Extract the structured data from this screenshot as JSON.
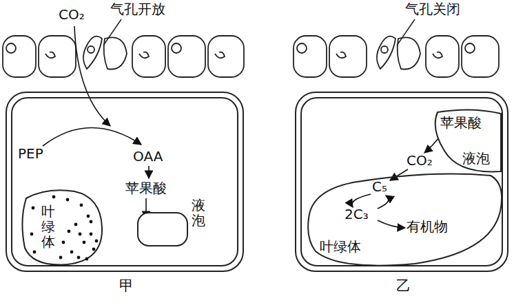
{
  "diagram": {
    "nodes": [
      {
        "text": [
          "甲"
        ]
      },
      {
        "text": [
          "叶绿体"
        ],
        "in": 0
      },
      {
        "text": [
          "液泡"
        ],
        "in": 0
      },
      {
        "text": [
          "乙"
        ]
      },
      {
        "text": [
          "苹果酸",
          "液泡"
        ],
        "in": 3
      },
      {
        "text": [
          "叶绿体"
        ],
        "in": 3
      }
    ],
    "labels": [
      "气孔开放",
      "CO₂",
      "PEP",
      "OAA",
      "苹果酸",
      "气孔关闭",
      "CO₂",
      "C₅",
      "2C₃",
      "有机物"
    ]
  }
}
